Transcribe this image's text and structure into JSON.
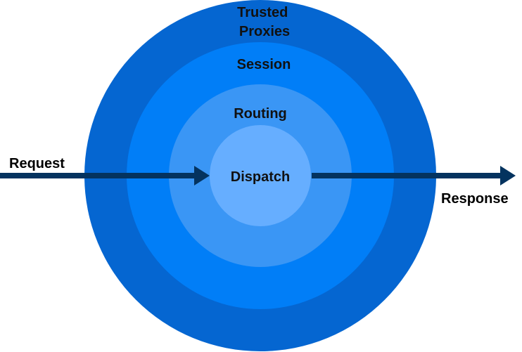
{
  "layers": [
    {
      "id": "trusted-proxies",
      "lines": [
        "Trusted",
        "Proxies"
      ],
      "color": "#0566d1"
    },
    {
      "id": "session",
      "lines": [
        "Session"
      ],
      "color": "#017ef7"
    },
    {
      "id": "routing",
      "lines": [
        "Routing"
      ],
      "color": "#3a96f5"
    },
    {
      "id": "dispatch",
      "lines": [
        "Dispatch"
      ],
      "color": "#66aeff"
    }
  ],
  "arrows": {
    "request_label": "Request",
    "response_label": "Response",
    "color": "#04335f"
  }
}
